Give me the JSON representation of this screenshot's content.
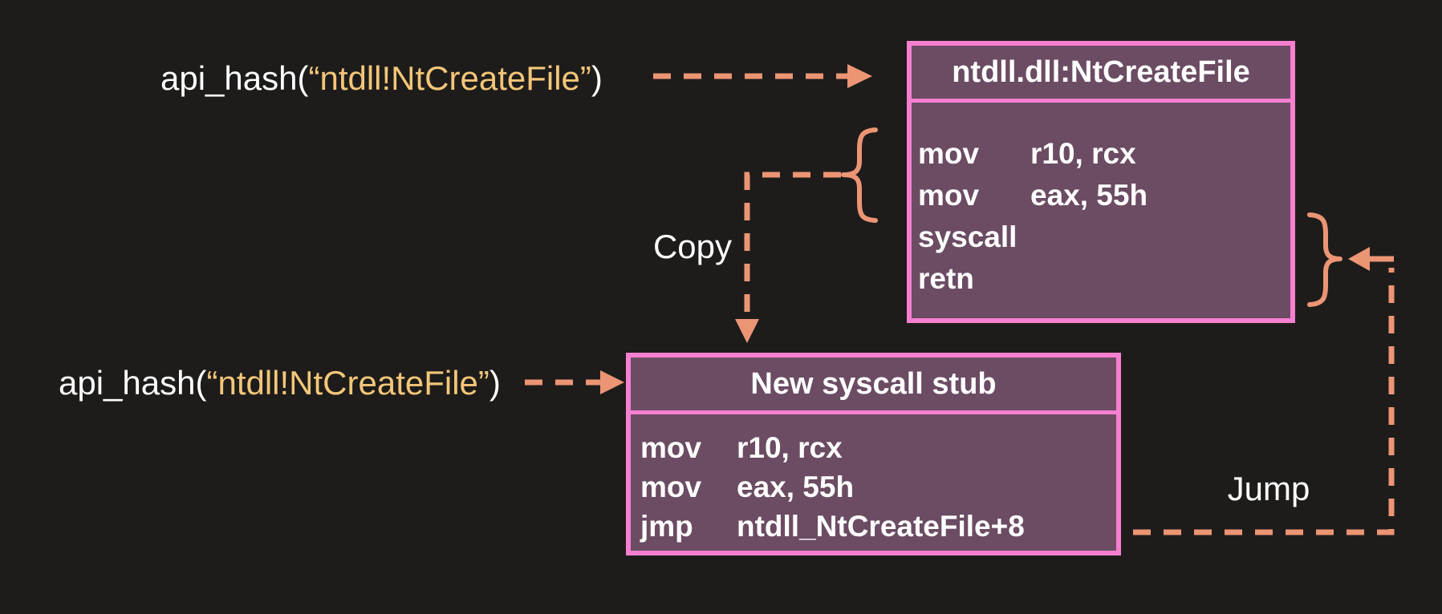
{
  "colors": {
    "bg": "#1e1c1b",
    "fill": "#6b4c63",
    "border": "#f77fd0",
    "arrow": "#ec9574",
    "hash": "#f3c678",
    "text": "#ffffff"
  },
  "labels": {
    "api_hash_top": {
      "prefix": "api_hash(",
      "arg": "“ntdll!NtCreateFile”",
      "suffix": ")"
    },
    "api_hash_bottom": {
      "prefix": "api_hash(",
      "arg": "“ntdll!NtCreateFile”",
      "suffix": ")"
    },
    "copy": "Copy",
    "jump": "Jump"
  },
  "boxes": {
    "ntdll": {
      "title": "ntdll.dll:NtCreateFile",
      "instructions": [
        {
          "mnemonic": "mov",
          "operands": "r10, rcx"
        },
        {
          "mnemonic": "mov",
          "operands": "eax, 55h"
        },
        {
          "mnemonic": "syscall",
          "operands": ""
        },
        {
          "mnemonic": "retn",
          "operands": ""
        }
      ]
    },
    "stub": {
      "title": "New syscall stub",
      "instructions": [
        {
          "mnemonic": "mov",
          "operands": "r10, rcx"
        },
        {
          "mnemonic": "mov",
          "operands": "eax, 55h"
        },
        {
          "mnemonic": "jmp",
          "operands": "ntdll_NtCreateFile+8"
        }
      ]
    }
  }
}
